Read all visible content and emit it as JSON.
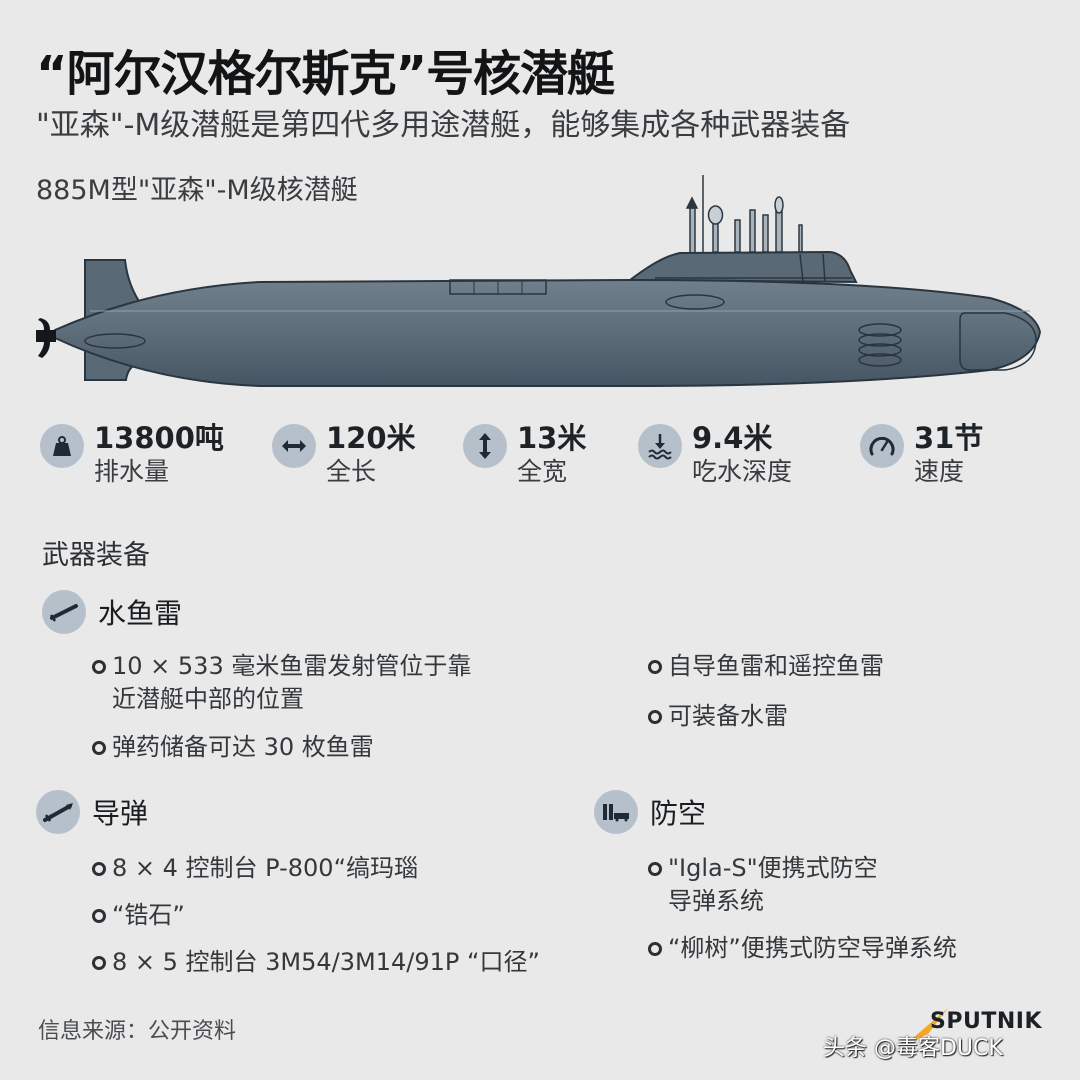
{
  "header": {
    "title": "“阿尔汉格尔斯克”号核潜艇",
    "subtitle": "\"亚森\"-M级潜艇是第四代多用途潜艇，能够集成各种武器装备",
    "model_label": "885M型\"亚森\"-M级核潜艇"
  },
  "illustration": {
    "subject": "Yasen-M class submarine side profile",
    "hull_color": "#5c6b78",
    "sail_color": "#5a6976"
  },
  "stats": [
    {
      "icon": "weight-icon",
      "value": "13800吨",
      "label": "排水量"
    },
    {
      "icon": "horizontal-arrow-icon",
      "value": "120米",
      "label": "全长"
    },
    {
      "icon": "vertical-arrow-icon",
      "value": "13米",
      "label": "全宽"
    },
    {
      "icon": "draft-depth-icon",
      "value": "9.4米",
      "label": "吃水深度"
    },
    {
      "icon": "speedometer-icon",
      "value": "31节",
      "label": "速度"
    }
  ],
  "weapons": {
    "section_title": "武器装备",
    "torpedo": {
      "icon": "torpedo-icon",
      "name": "水鱼雷",
      "left_items": [
        "10 × 533 毫米鱼雷发射管位于靠",
        "近潜艇中部的位置",
        "弹药储备可达 30 枚鱼雷"
      ],
      "right_items": [
        "自导鱼雷和遥控鱼雷",
        "可装备水雷"
      ]
    },
    "missile": {
      "icon": "missile-icon",
      "name": "导弹",
      "items": [
        "8 × 4 控制台 P-800“缟玛瑙",
        "“锆石”",
        "8 × 5 控制台 3M54/3M14/91P “口径”"
      ]
    },
    "air_defense": {
      "icon": "air-defense-launcher-icon",
      "name": "防空",
      "items": [
        "\"Igla-S\"便携式防空",
        "导弹系统",
        "“柳树”便携式防空导弹系统"
      ]
    }
  },
  "footer": {
    "source": "信息来源：公开资料",
    "brand": "SPUTNIK",
    "brand_accent": "#f5a623",
    "watermark": "头条 @毒客DUCK"
  },
  "colors": {
    "background": "#e9e9ea",
    "icon_circle": "#b6c0cb",
    "icon_glyph": "#1f2a35"
  }
}
